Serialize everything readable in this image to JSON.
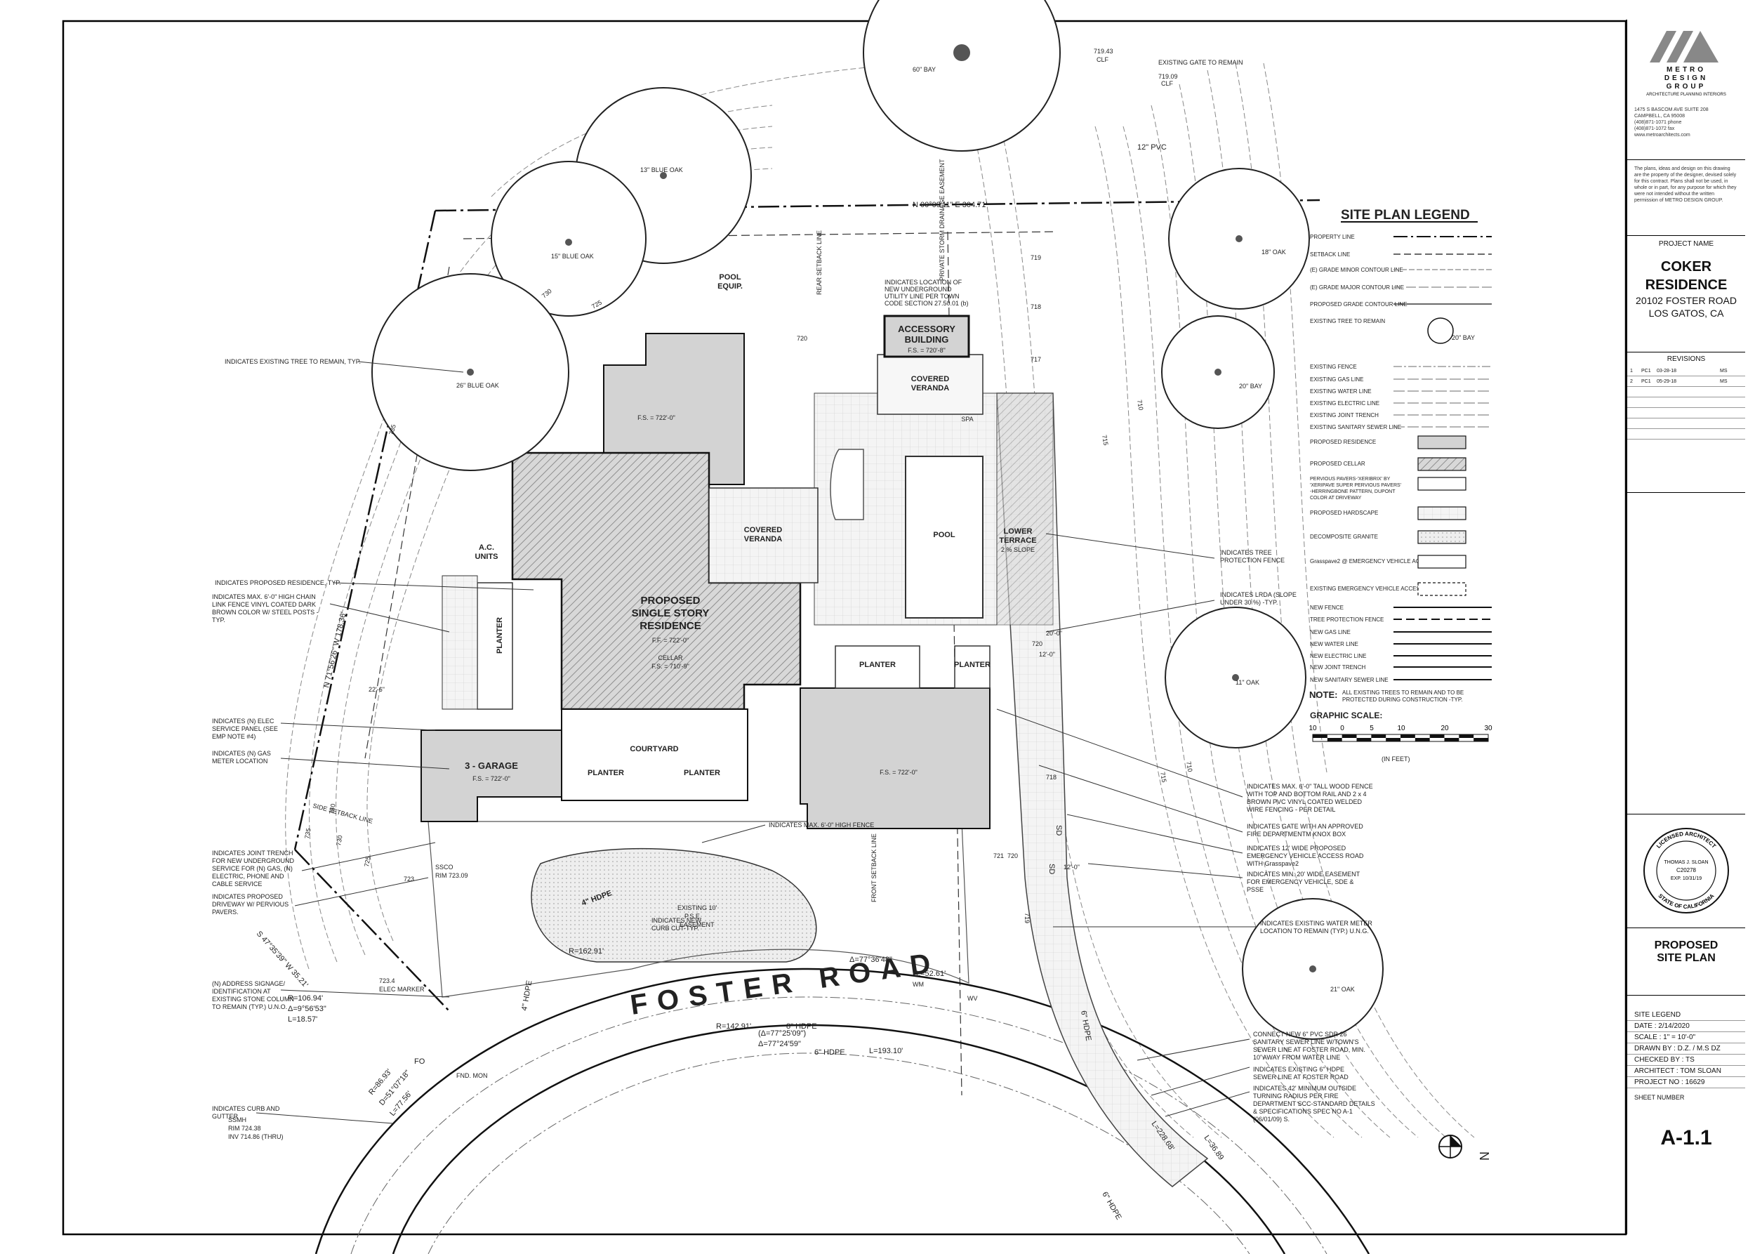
{
  "firm": {
    "name_lines": [
      "METRO",
      "DESIGN",
      "GROUP"
    ],
    "tagline": "ARCHITECTURE PLANNING INTERIORS",
    "address_lines": [
      "1475 S BASCOM AVE SUITE 208",
      "CAMPBELL, CA 95008",
      "(408)871-1071 phone",
      "(408)871-1072 fax",
      "www.metroarchitects.com"
    ],
    "disclaimer": "The plans, ideas and design on this drawing are the property of the designer, devised solely for this contract. Plans shall not be used, in whole or in part, for any purpose for which they were not intended without the written permission of METRO DESIGN GROUP."
  },
  "project": {
    "heading": "PROJECT NAME",
    "name_line1": "COKER",
    "name_line2": "RESIDENCE",
    "address_line1": "20102 FOSTER  ROAD",
    "address_line2": "LOS GATOS, CA"
  },
  "revisions": {
    "heading": "REVISIONS",
    "rows": [
      {
        "num": "1",
        "code": "PC1",
        "date": "03-28-18",
        "by": "MS"
      },
      {
        "num": "2",
        "code": "PC1",
        "date": "05-29-18",
        "by": "MS"
      }
    ]
  },
  "stamp": {
    "top": "LICENSED ARCHITECT",
    "name": "THOMAS J. SLOAN",
    "license": "C20278",
    "exp": "EXP. 10/31/19",
    "bottom": "STATE OF CALIFORNIA"
  },
  "sheet": {
    "title_line1": "PROPOSED",
    "title_line2": "SITE  PLAN",
    "legend_ref": "SITE LEGEND",
    "date": "DATE  :  2/14/2020",
    "scale": "SCALE  :  1\" = 10'-0\"",
    "drawn_by": "DRAWN BY : D.Z. / M.S DZ",
    "checked_by": "CHECKED BY :   TS",
    "architect": "ARCHITECT :  TOM SLOAN",
    "project_no": "PROJECT NO :   16629",
    "number_label": "SHEET NUMBER",
    "number": "A-1.1"
  },
  "legend": {
    "title": "SITE PLAN LEGEND",
    "items": [
      "PROPERTY LINE",
      "SETBACK LINE",
      "(E) GRADE MINOR CONTOUR LINE",
      "(E) GRADE MAJOR CONTOUR LINE",
      "PROPOSED GRADE CONTOUR LINE",
      "EXISTING TREE TO REMAIN",
      "EXISTING FENCE",
      "EXISTING GAS LINE",
      "EXISTING WATER LINE",
      "EXISTING ELECTRIC LINE",
      "EXISTING JOINT TRENCH",
      "EXISTING SANITARY SEWER LINE",
      "PROPOSED RESIDENCE",
      "PROPOSED CELLAR",
      "PERVIOUS PAVERS-'XERIBRIX' BY 'XERIPAVE SUPER PERVIOUS PAVERS' -HERRINGBONE PATTERN, DUPONT COLOR AT DRIVEWAY",
      "PROPOSED HARDSCAPE",
      "DECOMPOSITE GRANITE",
      "Grasspave2 @ EMERGENCY VEHICLE ACCESS ROAD",
      "EXISTING EMERGENCY VEHICLE ACCESS ROAD",
      "NEW FENCE",
      "TREE PROTECTION FENCE",
      "NEW GAS LINE",
      "NEW WATER LINE",
      "NEW ELECTRIC LINE",
      "NEW JOINT TRENCH",
      "NEW SANITARY SEWER LINE"
    ],
    "tree_label": "20\" BAY",
    "note_label": "NOTE:",
    "note_text": "ALL EXISTING TREES TO REMAIN AND TO BE PROTECTED DURING CONSTRUCTION -TYP.",
    "scale_title": "GRAPHIC SCALE:",
    "scale_ticks": [
      "10",
      "0",
      "5",
      "10",
      "20",
      "30"
    ],
    "scale_unit": "(IN FEET)"
  },
  "plan": {
    "rooms": {
      "residence": [
        "PROPOSED",
        "SINGLE STORY",
        "RESIDENCE"
      ],
      "residence_ff": "F.F. = 722'-0\"",
      "cellar": "CELLAR",
      "cellar_fs": "F.S. = 710'-9\"",
      "north_wing_fs": "F.S. = 722'-0\"",
      "garage": "3 - GARAGE",
      "garage_fs": "F.S. = 722'-0\"",
      "east_wing_fs": "F.S. = 722'-0\"",
      "accessory": [
        "ACCESSORY",
        "BUILDING"
      ],
      "accessory_fs": "F.S. = 720'-8\"",
      "covered_veranda_top": [
        "COVERED",
        "VERANDA"
      ],
      "covered_veranda_mid": [
        "COVERED",
        "VERANDA"
      ],
      "pool": "POOL",
      "pool_equip": [
        "POOL",
        "EQUIP."
      ],
      "lower_terrace": [
        "LOWER",
        "TERRACE"
      ],
      "lower_terrace_slope": "2 % SLOPE",
      "courtyard": "COURTYARD",
      "planter_1": "PLANTER",
      "planter_2": "PLANTER",
      "planter_3": "PLANTER",
      "planter_4": "PLANTER",
      "planter_5": "PLANTER",
      "ac_units": [
        "A.C.",
        "UNITS"
      ],
      "spa": "SPA"
    },
    "road": {
      "name": "FOSTER  ROAD",
      "r_main": "R=142.91'",
      "delta1": "(Δ=77°25'09\")",
      "delta2": "Δ=77°24'59\"",
      "r_inner": "R=162.91'",
      "delta_inner": "Δ=77°36'48\"",
      "l_inner": "L=52.61'",
      "l_main": "L=193.10'",
      "curve_left_r": "R=106.94'",
      "curve_left_d": "Δ=9°56'53\"",
      "curve_left_l": "L=18.57'",
      "curve_sw_r": "R=86.93'",
      "curve_sw_d": "D=51°07'18\"",
      "curve_sw_l": "L=77.56'",
      "l_east": "L=228.68'",
      "l_east2": "L=36.89"
    },
    "bearings": {
      "north": "N 00°09'11\" E   304.71'",
      "west": "N 71°56'26\" W   178.36'",
      "south": "S 47°35'39\" W   35.21'"
    },
    "trees": [
      "60\" BAY",
      "13\" BLUE OAK",
      "15\" BLUE OAK",
      "26\" BLUE OAK",
      "18\" OAK",
      "20\" BAY",
      "11\" OAK",
      "21\" OAK"
    ],
    "contours": [
      "720",
      "725",
      "730",
      "735",
      "740",
      "735",
      "730",
      "725",
      "720",
      "715",
      "710",
      "715",
      "710",
      "719",
      "718",
      "717",
      "718",
      "721",
      "720",
      "719",
      "723"
    ],
    "elevations": {
      "clf1": "719.43",
      "clf1b": "CLF",
      "clf2": "719.09",
      "clf2b": "CLF",
      "gate": "EXISTING GATE TO REMAIN",
      "pvc": "12\" PVC"
    },
    "utilities": {
      "hdpe_4a": "4\" HDPE",
      "hdpe_4b": "4\" HDPE",
      "hdpe_6": "6\" HDPE",
      "hdpe_6b": "6\" HDPE",
      "hdpe_8": "8\" HDPE",
      "hdpe_6c": "6\" HDPE",
      "sd": "SD",
      "sdb": "SD",
      "ssco": "SSCO",
      "ssco_rim": "RIM 723.09",
      "elec": "723.4",
      "elec_b": "ELEC MARKER",
      "fo": "FO",
      "fnd": "FND. MON",
      "ssmh": "SSMH",
      "ssmh_rim": "RIM 724.38",
      "ssmh_inv": "INV 714.86 (THRU)",
      "pse": [
        "EXISTING 10'",
        "P.S.E.",
        "EASEMENT"
      ],
      "wm": "WM",
      "wv": "WV",
      "dim12a": "12'-0\"",
      "dim12b": "12'-0\"",
      "dim20": "20'-0\"",
      "dim226": "22'-6\"",
      "side_setback": "SIDE SETBACK LINE",
      "rear_setback": "REAR SETBACK LINE",
      "front_setback": "FRONT SETBACK LINE",
      "utility_note": [
        "INDICATES LOCATION OF",
        "NEW UNDERGROUND",
        "UTILITY LINE PER TOWN",
        "CODE SECTION 27.50.01 (b)"
      ],
      "drainage": "PRIVATE STORM DRAINAGE EASEMENT"
    },
    "callouts_left": [
      "INDICATES EXISTING TREE TO REMAIN, TYP.",
      "INDICATES PROPOSED RESIDENCE, TYP.",
      "INDICATES MAX. 6'-0\" HIGH CHAIN LINK FENCE VINYL COATED DARK BROWN COLOR W/ STEEL POSTS - TYP.",
      "INDICATES (N) ELEC SERVICE PANEL (SEE EMP NOTE #4)",
      "INDICATES (N) GAS METER LOCATION",
      "INDICATES JOINT TRENCH FOR NEW UNDERGROUND SERVICE FOR (N) GAS, (N) ELECTRIC, PHONE AND CABLE SERVICE",
      "INDICATES PROPOSED DRIVEWAY W/ PERVIOUS PAVERS.",
      "(N) ADDRESS SIGNAGE/ IDENTIFICATION AT EXISTING STONE COLUMN TO REMAIN (TYP.) U.N.O.",
      "INDICATES CURB AND GUTTER"
    ],
    "callouts_center": [
      "INDICATES MAX. 6'-0\" HIGH FENCE",
      "INDICATES NEW CURB CUT-TYP."
    ],
    "callouts_right": [
      "INDICATES TREE PROTECTION FENCE",
      "INDICATES LRDA (SLOPE UNDER 30 %) -TYP.",
      "INDICATES MAX. 6'-0\" TALL WOOD FENCE WITH TOP AND BOTTOM RAIL AND 2 x 4 BROWN PVC VINYL COATED WELDED WIRE FENCING - PER DETAIL",
      "INDICATES GATE WITH AN APPROVED FIRE DEPARTMENTM KNOX BOX",
      "INDICATES 12' WIDE PROPOSED EMERGENCY VEHICLE ACCESS ROAD WITH Grasspave2",
      "INDICATES MIN. 20' WIDE EASEMENT FOR EMERGENCY VEHICLE, SDE & PSSE",
      "INDICATES EXISTING WATER METER LOCATION TO REMAIN (TYP.) U.N.G.",
      "CONNECT NEW 6\" PVC SDR 26 SANITARY SEWER LINE W/TOWN'S SEWER LINE AT FOSTER ROAD, MIN. 10' AWAY FROM WATER LINE",
      "INDICATES EXISTING 6\" HDPE SEWER LINE AT FOSTER ROAD",
      "INDICATES 42' MINIMUM OUTSIDE TURNING RADIUS PER FIRE DEPARTMENT SCC-STANDARD DETAILS & SPECIFICATIONS SPEC NO A-1 (06/01/09) S."
    ],
    "north_arrow": "N"
  }
}
